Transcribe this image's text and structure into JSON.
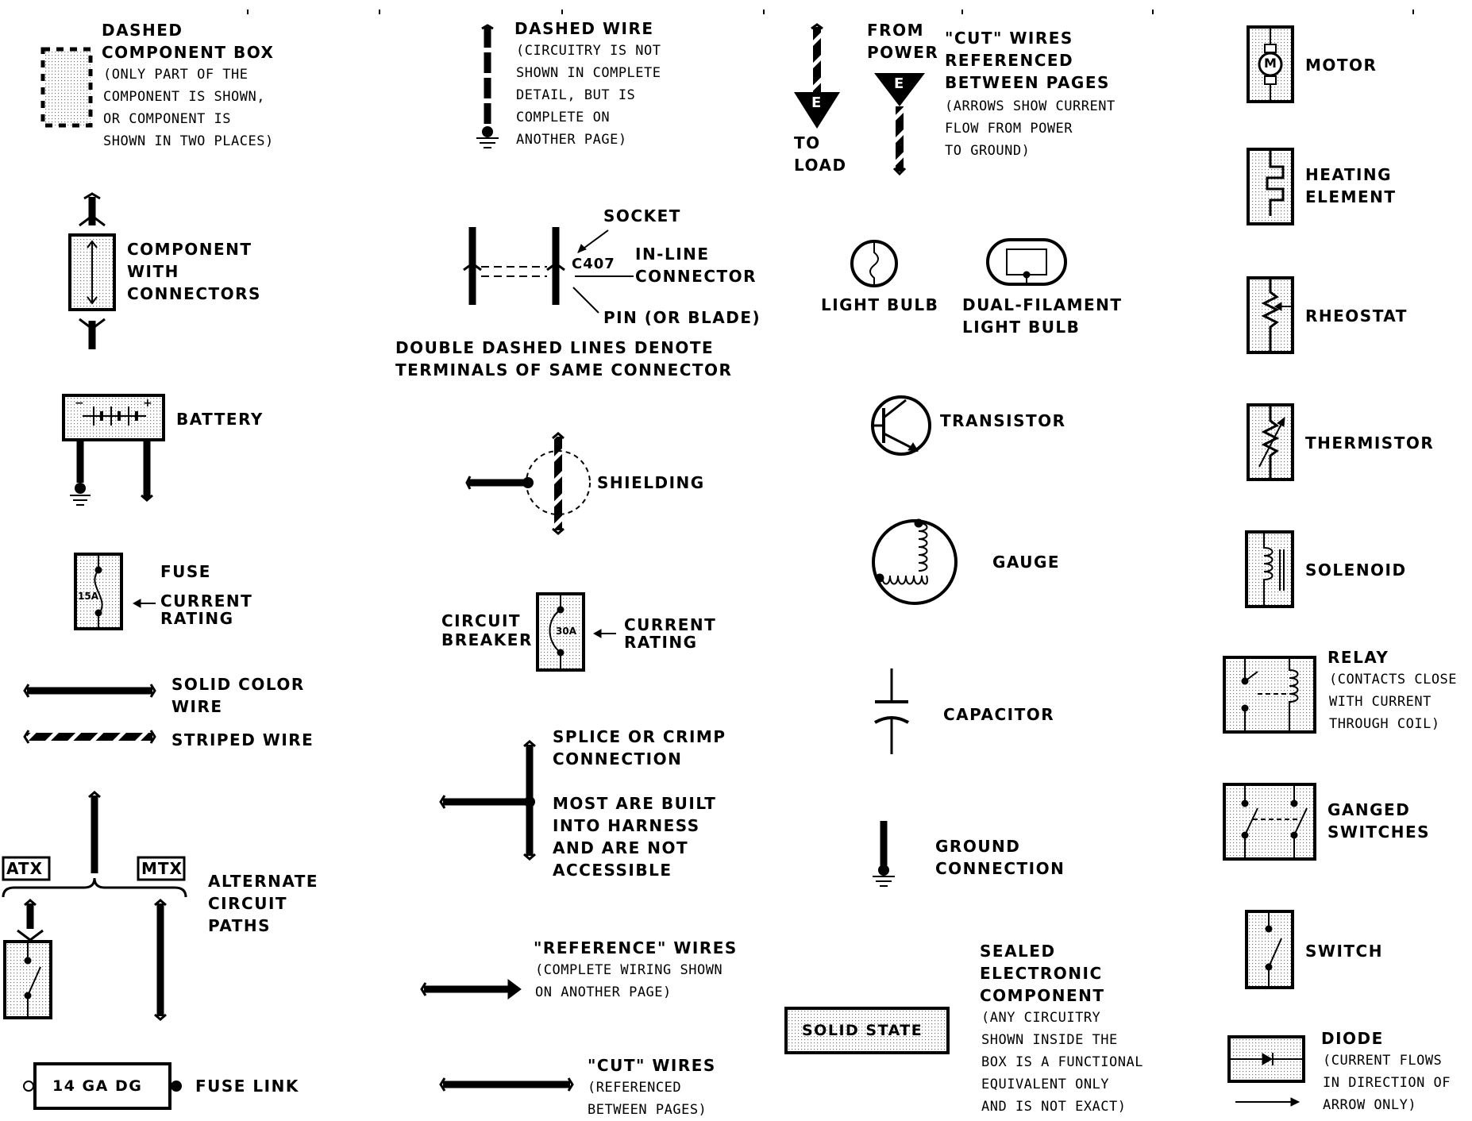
{
  "dashed_box": {
    "title": [
      "DASHED",
      "COMPONENT BOX"
    ],
    "note": [
      "(ONLY PART OF THE",
      "COMPONENT IS SHOWN,",
      "OR COMPONENT IS",
      "SHOWN IN TWO PLACES)"
    ]
  },
  "dashed_wire": {
    "title": [
      "DASHED WIRE"
    ],
    "note": [
      "(CIRCUITRY IS NOT",
      "SHOWN IN COMPLETE",
      "DETAIL, BUT IS",
      "COMPLETE ON",
      "ANOTHER PAGE)"
    ]
  },
  "cut_wires_pages": {
    "from_power": [
      "FROM",
      "POWER"
    ],
    "to_load": [
      "TO",
      "LOAD"
    ],
    "marker": "E",
    "title": [
      "\"CUT\" WIRES",
      "REFERENCED",
      "BETWEEN PAGES"
    ],
    "note": [
      "(ARROWS SHOW CURRENT",
      "FLOW FROM POWER",
      "TO GROUND)"
    ]
  },
  "motor": {
    "label": "MOTOR",
    "symbol": "M"
  },
  "heating_element": {
    "label": [
      "HEATING",
      "ELEMENT"
    ]
  },
  "component_connectors": {
    "label": [
      "COMPONENT",
      "WITH",
      "CONNECTORS"
    ]
  },
  "inline_connector": {
    "socket": "SOCKET",
    "code": "C407",
    "label": [
      "IN-LINE",
      "CONNECTOR"
    ],
    "pin": "PIN (OR BLADE)",
    "note": [
      "DOUBLE DASHED LINES DENOTE",
      "TERMINALS OF SAME CONNECTOR"
    ]
  },
  "light_bulb": {
    "label": "LIGHT BULB"
  },
  "dual_filament": {
    "label": [
      "DUAL-FILAMENT",
      "LIGHT BULB"
    ]
  },
  "rheostat": {
    "label": "RHEOSTAT"
  },
  "battery": {
    "label": "BATTERY",
    "minus": "−",
    "plus": "+"
  },
  "transistor": {
    "label": "TRANSISTOR"
  },
  "thermistor": {
    "label": "THERMISTOR"
  },
  "shielding": {
    "label": "SHIELDING"
  },
  "gauge": {
    "label": "GAUGE"
  },
  "solenoid": {
    "label": "SOLENOID"
  },
  "fuse": {
    "label": "FUSE",
    "rating_label": [
      "CURRENT",
      "RATING"
    ],
    "rating": "15A"
  },
  "circuit_breaker": {
    "label": [
      "CIRCUIT",
      "BREAKER"
    ],
    "rating_label": [
      "CURRENT",
      "RATING"
    ],
    "rating": "30A"
  },
  "relay": {
    "label": "RELAY",
    "note": [
      "(CONTACTS CLOSE",
      "WITH CURRENT",
      "THROUGH COIL)"
    ]
  },
  "solid_color_wire": {
    "label": [
      "SOLID COLOR",
      "WIRE"
    ]
  },
  "striped_wire": {
    "label": "STRIPED WIRE"
  },
  "capacitor": {
    "label": "CAPACITOR"
  },
  "splice": {
    "title": [
      "SPLICE OR CRIMP",
      "CONNECTION"
    ],
    "note": [
      "MOST ARE BUILT",
      "INTO HARNESS",
      "AND ARE NOT",
      "ACCESSIBLE"
    ]
  },
  "ganged_switches": {
    "label": [
      "GANGED",
      "SWITCHES"
    ]
  },
  "ground": {
    "label": [
      "GROUND",
      "CONNECTION"
    ]
  },
  "alternate_paths": {
    "atx": "ATX",
    "mtx": "MTX",
    "label": [
      "ALTERNATE",
      "CIRCUIT",
      "PATHS"
    ]
  },
  "reference_wires": {
    "title": [
      "\"REFERENCE\" WIRES"
    ],
    "note": [
      "(COMPLETE WIRING SHOWN",
      "ON ANOTHER PAGE)"
    ]
  },
  "switch": {
    "label": "SWITCH"
  },
  "sealed_component": {
    "box_label": "SOLID STATE",
    "title": [
      "SEALED",
      "ELECTRONIC",
      "COMPONENT"
    ],
    "note": [
      "(ANY CIRCUITRY",
      "SHOWN INSIDE THE",
      "BOX IS A FUNCTIONAL",
      "EQUIVALENT ONLY",
      "AND IS NOT EXACT)"
    ]
  },
  "diode": {
    "label": "DIODE",
    "note": [
      "(CURRENT FLOWS",
      "IN DIRECTION OF",
      "ARROW ONLY)"
    ]
  },
  "fuse_link": {
    "box_label": "14 GA DG",
    "label": "FUSE LINK"
  },
  "cut_wires": {
    "title": [
      "\"CUT\" WIRES"
    ],
    "note": [
      "(REFERENCED",
      "BETWEEN PAGES)"
    ]
  }
}
